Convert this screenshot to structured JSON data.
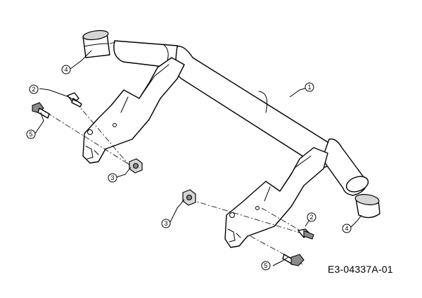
{
  "callouts": {
    "c1": "1",
    "c2a": "2",
    "c2b": "2",
    "c3a": "3",
    "c3b": "3",
    "c4a": "4",
    "c4b": "4",
    "c5a": "5",
    "c5b": "5"
  },
  "drawing_code": "E3-04337A-01"
}
